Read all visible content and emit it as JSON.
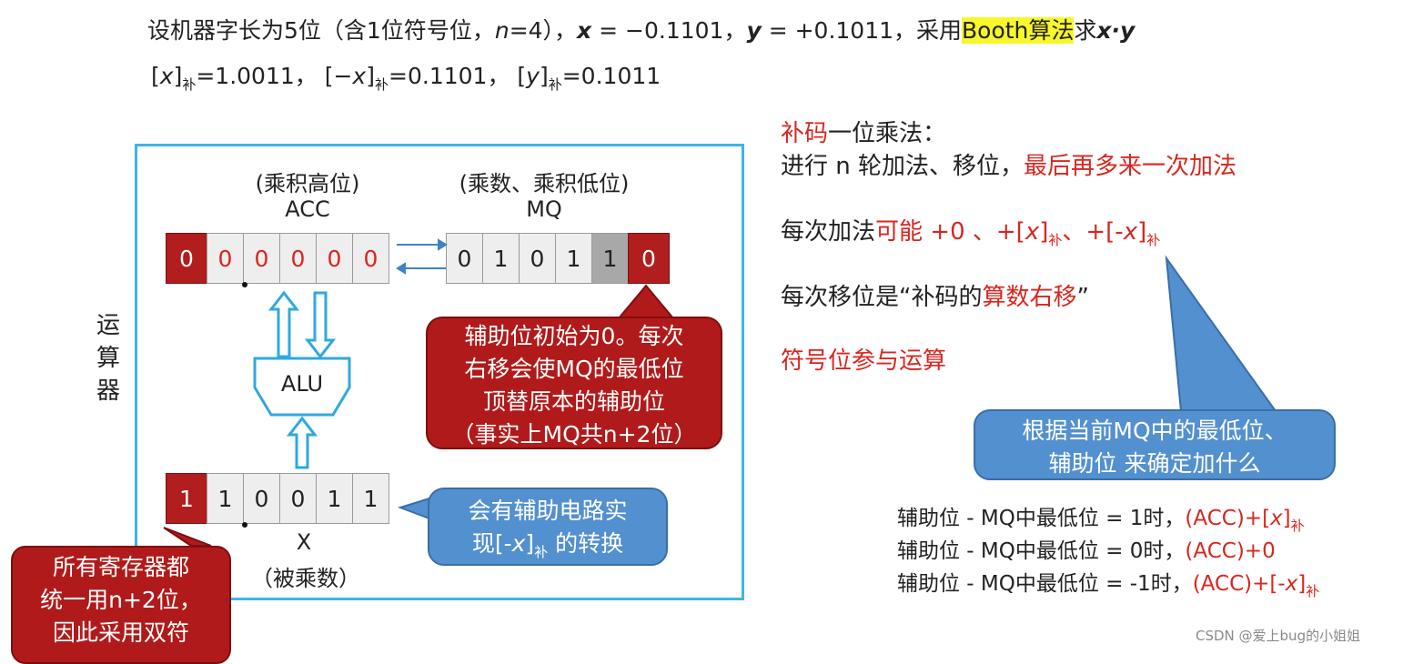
{
  "header": {
    "line1_a": "设机器字长为5位（含1位符号位，",
    "line1_n": "n",
    "line1_b": "=4），",
    "line1_x": "x",
    "line1_c": " = −0.1101，",
    "line1_y": "y",
    "line1_d": " = +0.1011，采用",
    "line1_booth": "Booth算法",
    "line1_e": "求",
    "line1_xy": "x·y",
    "line2_x1": "x",
    "line2_b1": "补",
    "line2_v1": "=1.0011，",
    "line2_x2": "−x",
    "line2_b2": "补",
    "line2_v2": "=0.1101，",
    "line2_x3": "y",
    "line2_b3": "补",
    "line2_v3": "=0.1011"
  },
  "diagram": {
    "side_label": [
      "运",
      "算",
      "器"
    ],
    "acc": {
      "caption": "(乘积高位)",
      "name": "ACC",
      "sign": "0",
      "bits": [
        "0",
        "0",
        "0",
        "0",
        "0"
      ]
    },
    "mq": {
      "caption": "(乘数、乘积低位)",
      "name": "MQ",
      "bits": [
        "0",
        "1",
        "0",
        "1",
        "1"
      ],
      "aux": "0"
    },
    "alu": "ALU",
    "x": {
      "sign": "1",
      "bits": [
        "1",
        "0",
        "0",
        "1",
        "1"
      ],
      "name": "X",
      "caption": "（被乘数）"
    }
  },
  "callouts": {
    "aux_bit": [
      "辅助位初始为0。每次",
      "右移会使MQ的最低位",
      "顶替原本的辅助位",
      "（事实上MQ共n+2位）"
    ],
    "neg_x_a": "会有辅助电路实",
    "neg_x_b": "现[-",
    "neg_x_x": "x",
    "neg_x_sub": "补",
    "neg_x_c": " 的转换",
    "registers": [
      "所有寄存器都",
      "统一用n+2位，",
      "因此采用双符"
    ],
    "decide": [
      "根据当前MQ中的最低位、",
      "辅助位 来确定加什么"
    ]
  },
  "notes": {
    "title_red": "补码",
    "title_rest": "一位乘法：",
    "line1_a": "进行 n 轮加法、移位，",
    "line1_red": "最后再多来一次加法",
    "line2_a": "每次加法",
    "line2_red1": "可能 +0 、+[",
    "line2_x1": "x",
    "line2_sub1": "补",
    "line2_red2": "、+[-",
    "line2_x2": "x",
    "line2_sub2": "补",
    "line3_a": "每次移位是“补码的",
    "line3_red": "算数右移",
    "line3_b": "”",
    "line4_red": "符号位参与运算"
  },
  "rules": [
    {
      "cond": "辅助位 - MQ中最低位 = 1时，",
      "op": "(ACC)+[",
      "x": "x",
      "sub": "补"
    },
    {
      "cond": "辅助位 - MQ中最低位 = 0时，",
      "op": "(ACC)+0",
      "x": "",
      "sub": ""
    },
    {
      "cond": "辅助位 - MQ中最低位 = -1时，",
      "op": "(ACC)+[-",
      "x": "x",
      "sub": "补"
    }
  ],
  "watermark": "CSDN @爱上bug的小姐姐",
  "colors": {
    "red": "#d8261f",
    "frame": "#3fb4e8",
    "callout_red": "#b11a1a",
    "callout_blue": "#5390cf",
    "highlight": "#f7f72a"
  }
}
